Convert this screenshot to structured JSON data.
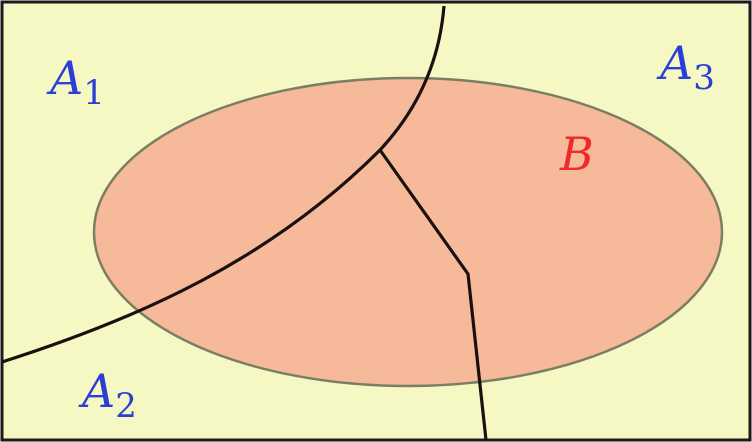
{
  "colors": {
    "background": "#f6f8c4",
    "frame": "#1a1a1a",
    "event_fill": "#f6b99a",
    "event_outline": "#7b7f62",
    "partition_line": "#1a1010",
    "partition_label": "#2b3fd6",
    "event_label": "#f02a28"
  },
  "labels": {
    "a1": {
      "letter": "A",
      "sub": "1"
    },
    "a2": {
      "letter": "A",
      "sub": "2"
    },
    "a3": {
      "letter": "A",
      "sub": "3"
    },
    "b": "B"
  }
}
